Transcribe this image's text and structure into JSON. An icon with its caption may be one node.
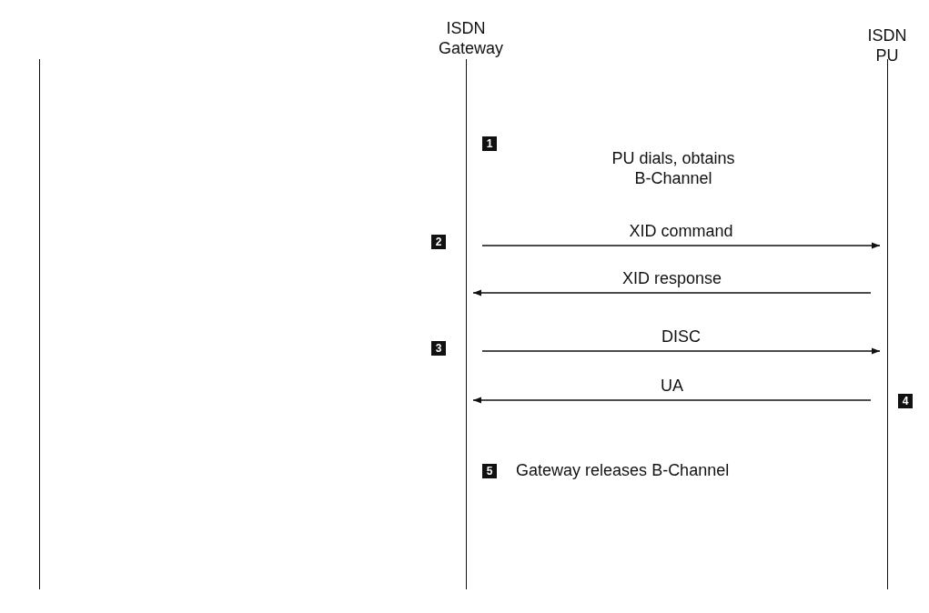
{
  "diagram": {
    "nodes": [
      {
        "text": [],
        "shape": "line"
      },
      {
        "text": [
          "ISDN Gateway"
        ]
      },
      {
        "text": [
          "ISDN PU"
        ]
      }
    ],
    "edges": [
      {
        "from": 1,
        "to": 2,
        "arrow": "to",
        "label": "XID command"
      },
      {
        "from": 2,
        "to": 1,
        "arrow": "to",
        "label": "XID response"
      },
      {
        "from": 1,
        "to": 2,
        "arrow": "to",
        "label": "DISC"
      },
      {
        "from": 2,
        "to": 1,
        "arrow": "to",
        "label": "UA"
      }
    ],
    "labels": [
      "1",
      "PU dials, obtains B-Channel",
      "2",
      "3",
      "4",
      "5",
      "Gateway releases B-Channel"
    ]
  }
}
